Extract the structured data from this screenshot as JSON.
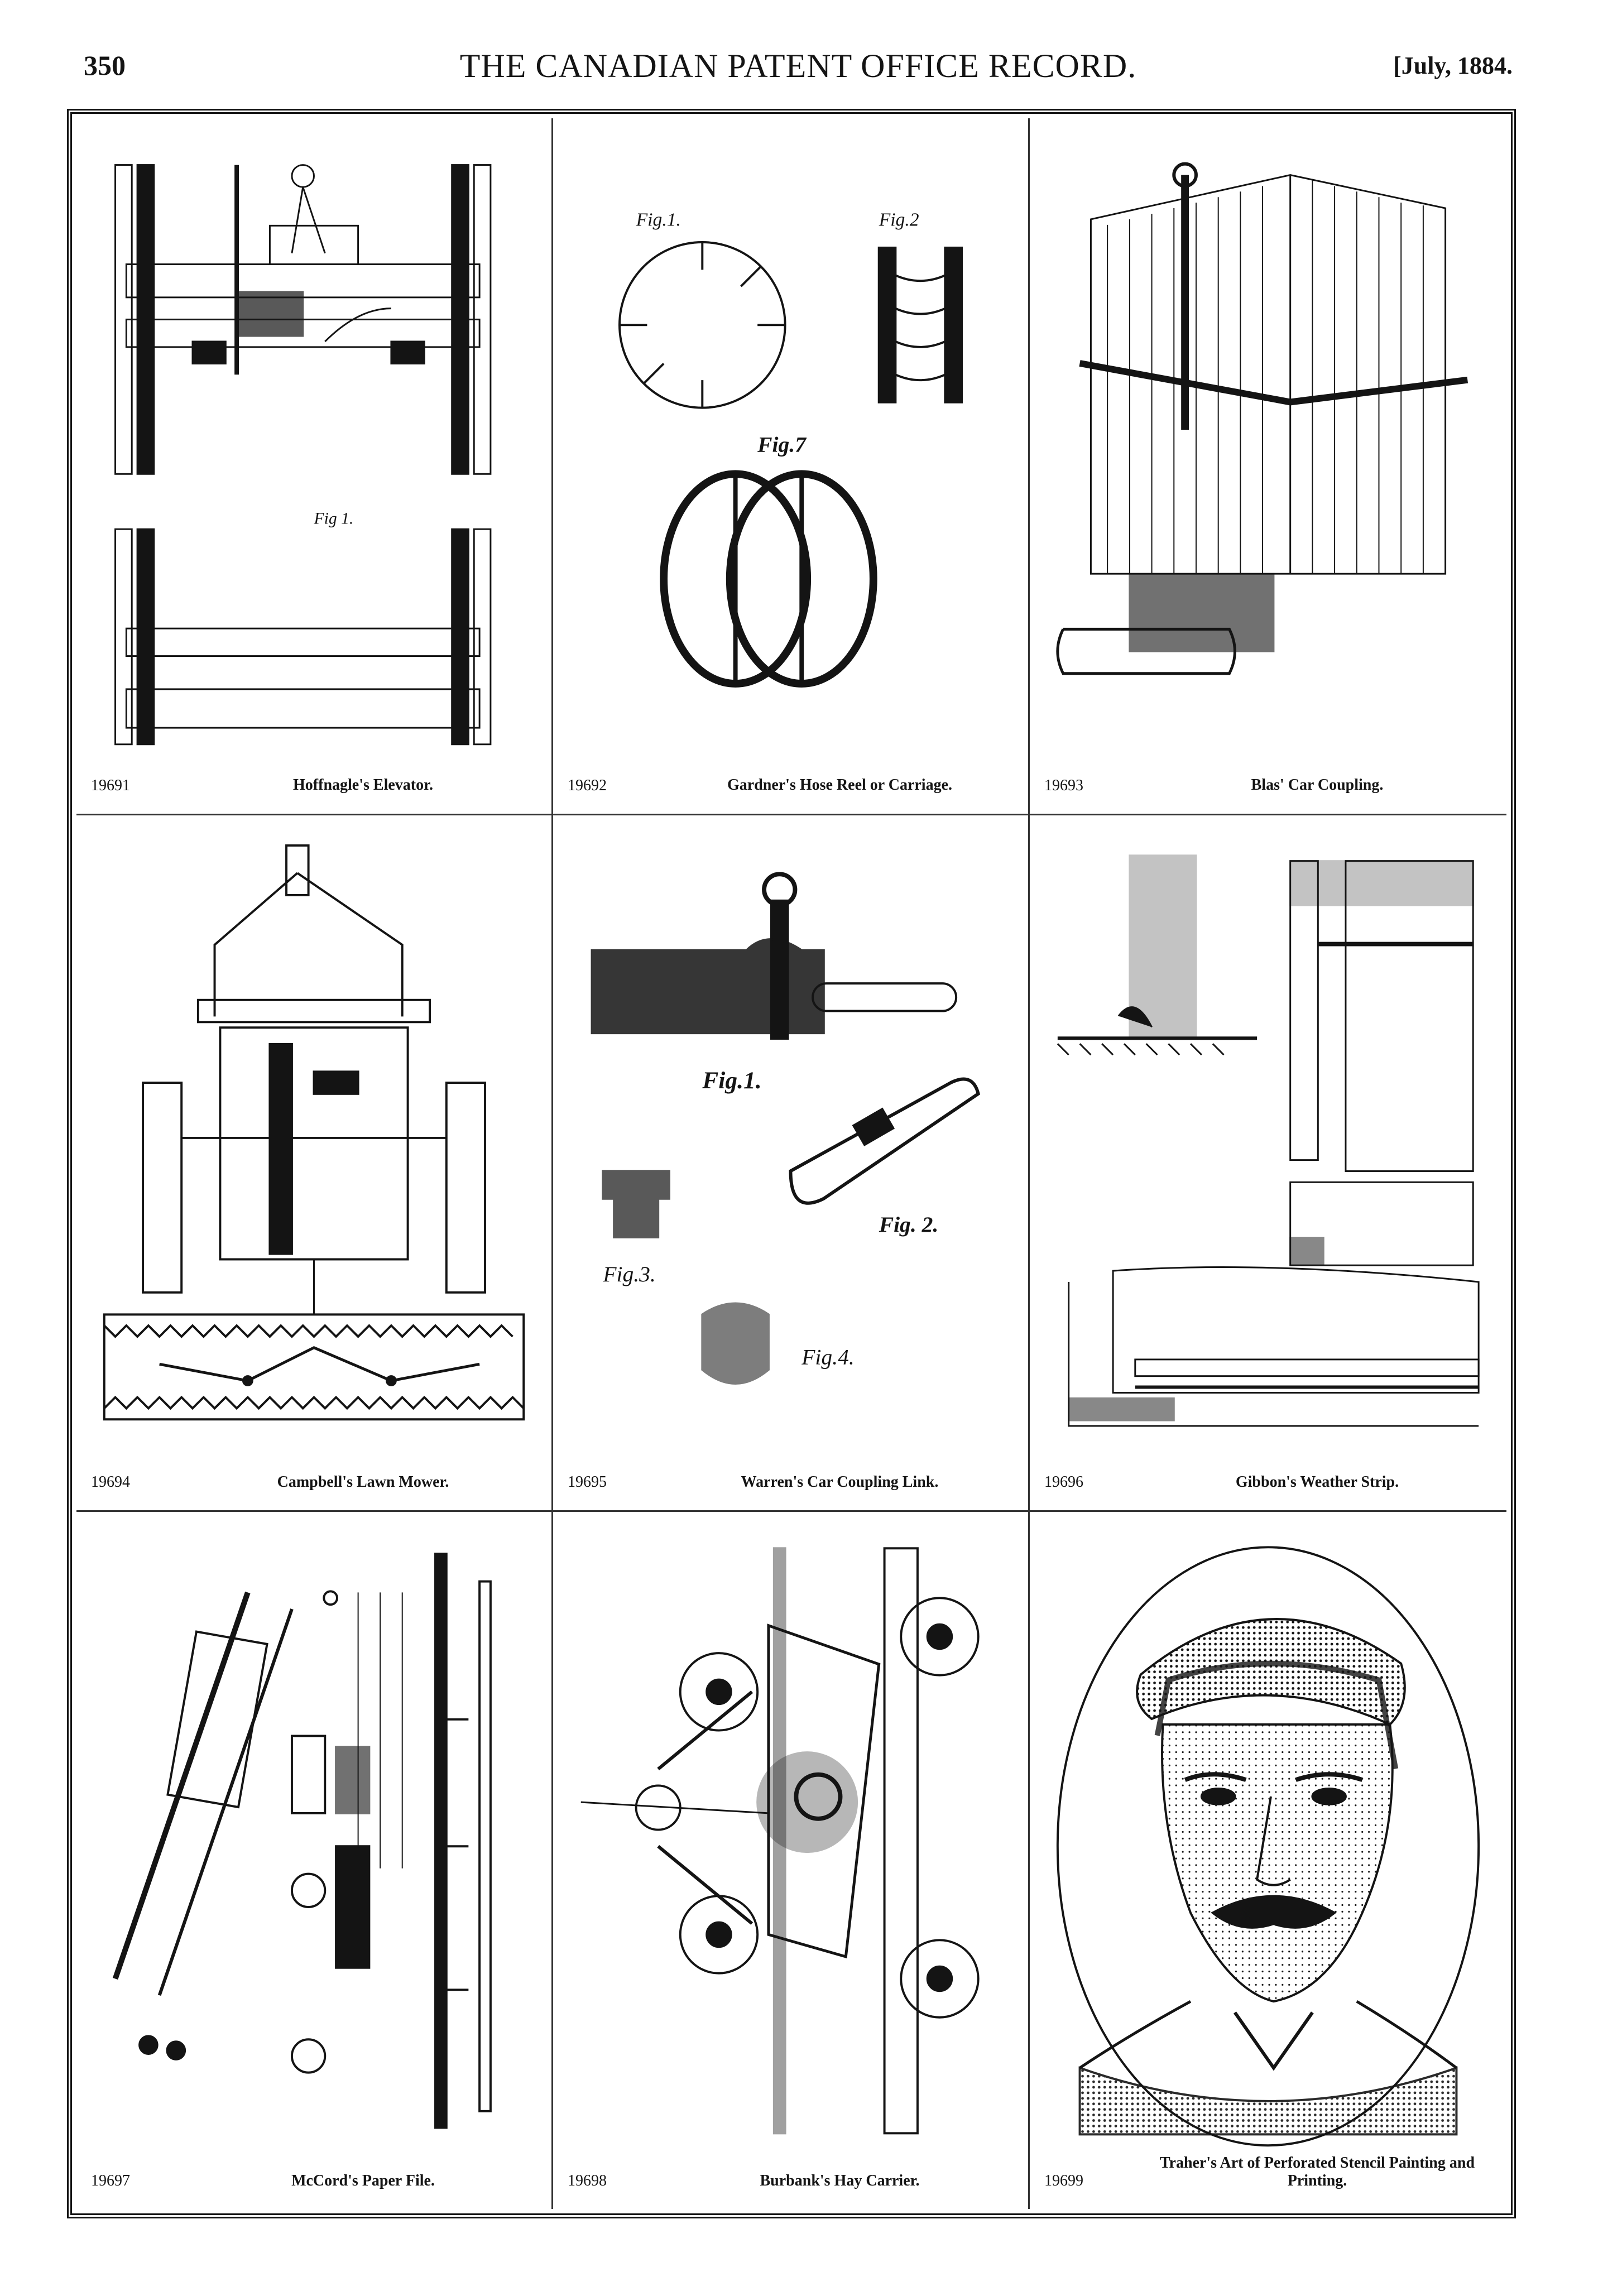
{
  "header": {
    "page_number": "350",
    "publication_title": "THE CANADIAN PATENT OFFICE RECORD.",
    "issue_date": "[July, 1884."
  },
  "figures": [
    {
      "patent_no": "19691",
      "title": "Hoffnagle's Elevator."
    },
    {
      "patent_no": "19692",
      "title": "Gardner's Hose Reel or Carriage."
    },
    {
      "patent_no": "19693",
      "title": "Blas' Car Coupling."
    },
    {
      "patent_no": "19694",
      "title": "Campbell's Lawn Mower."
    },
    {
      "patent_no": "19695",
      "title": "Warren's Car Coupling Link."
    },
    {
      "patent_no": "19696",
      "title": "Gibbon's Weather Strip."
    },
    {
      "patent_no": "19697",
      "title": "McCord's Paper File."
    },
    {
      "patent_no": "19698",
      "title": "Burbank's Hay Carrier."
    },
    {
      "patent_no": "19699",
      "title": "Traher's Art of Perforated Stencil Painting and Printing."
    }
  ],
  "figure_labels": {
    "fig1": "Fig.1.",
    "fig2": "Fig.2",
    "fig3": "Fig.3.",
    "fig4": "Fig.4.",
    "fig7": "Fig.7"
  },
  "colors": {
    "ink": "#141414",
    "paper": "#ffffff"
  }
}
